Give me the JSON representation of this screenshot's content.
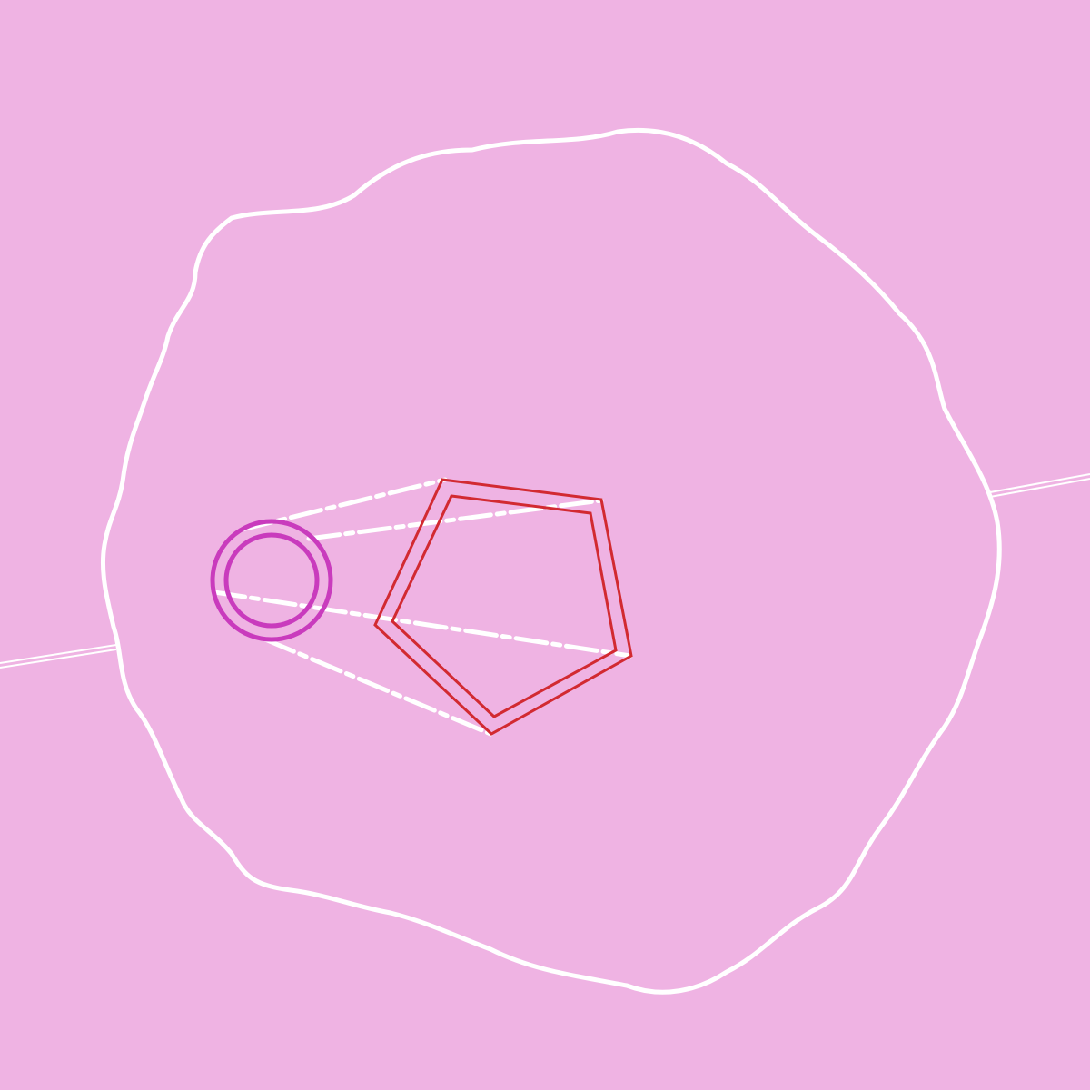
{
  "scene": {
    "background_color": "#efb3e3",
    "boundary_color": "#ffffff",
    "guide_line_color": "#ffffff",
    "beam_color": "#ffffff",
    "pentagon_color": "#d22a31",
    "ring_color": "#c93bbd"
  },
  "shapes": {
    "boundary": "wavy-blob",
    "pentagon": "double-outline-pentagon",
    "ring": "double-ring",
    "beams": "dashed-lines"
  }
}
